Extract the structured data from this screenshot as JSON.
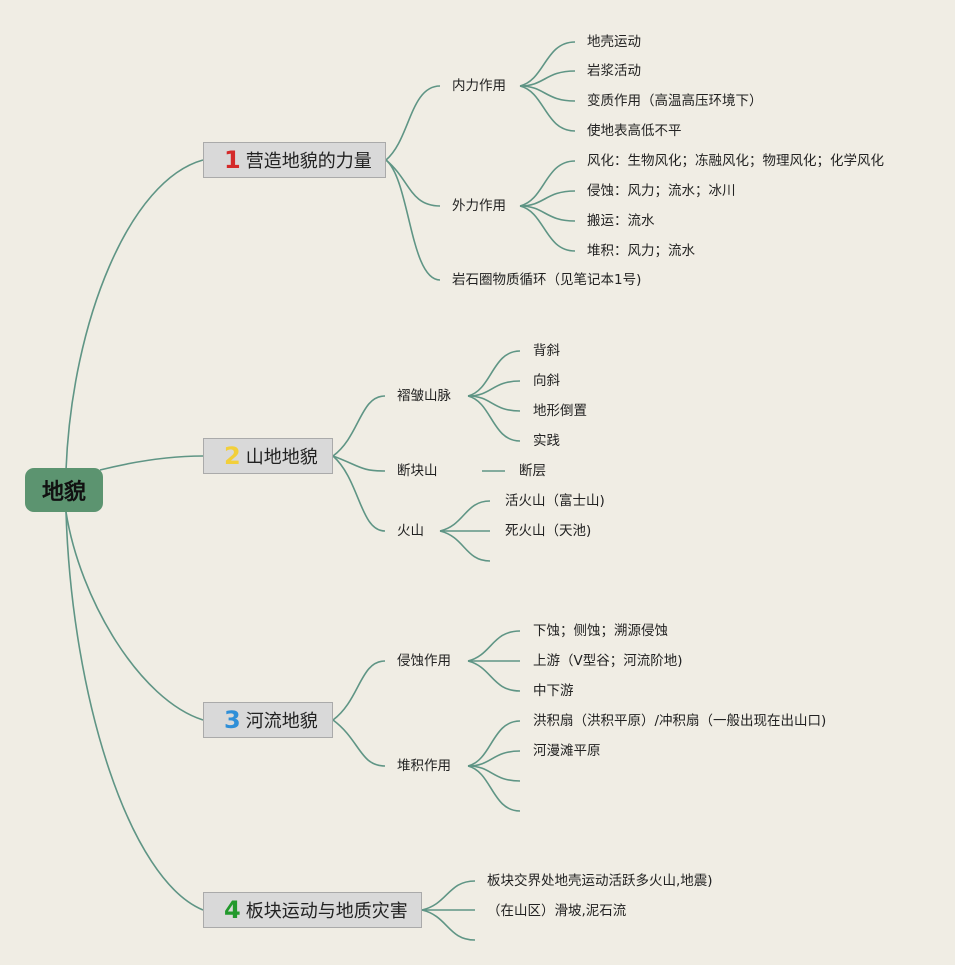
{
  "root": "地貌",
  "topics": [
    {
      "number": "1",
      "number_color": "#d42a2a",
      "label": "营造地貌的力量"
    },
    {
      "number": "2",
      "number_color": "#f2cf3a",
      "label": "山地地貌"
    },
    {
      "number": "3",
      "number_color": "#2f8fd8",
      "label": "河流地貌"
    },
    {
      "number": "4",
      "number_color": "#22992c",
      "label": "板块运动与地质灾害"
    }
  ],
  "t1": {
    "inner": {
      "label": "内力作用",
      "items": [
        "地壳运动",
        "岩浆活动",
        "变质作用（高温高压环境下）",
        "使地表高低不平"
      ]
    },
    "outer": {
      "label": "外力作用",
      "items": [
        "风化：生物风化；冻融风化；物理风化；化学风化",
        "侵蚀：风力；流水；冰川",
        "搬运：流水",
        "堆积：风力；流水"
      ]
    },
    "cycle": "岩石圈物质循环（见笔记本1号)"
  },
  "t2": {
    "fold": {
      "label": "褶皱山脉",
      "items": [
        "背斜",
        "向斜",
        "地形倒置",
        "实践"
      ]
    },
    "fault": {
      "label": "断块山",
      "items": [
        "断层"
      ]
    },
    "volcano": {
      "label": "火山",
      "items": [
        "活火山（富士山)",
        "死火山（天池)"
      ]
    }
  },
  "t3": {
    "erosion": {
      "label": "侵蚀作用",
      "items": [
        "下蚀；侧蚀；溯源侵蚀",
        "上游（V型谷；河流阶地)",
        "中下游"
      ]
    },
    "deposit": {
      "label": "堆积作用",
      "items": [
        "洪积扇（洪积平原）/冲积扇（一般出现在出山口)",
        "河漫滩平原"
      ]
    }
  },
  "t4": {
    "items": [
      "板块交界处地壳运动活跃多火山,地震)",
      "（在山区）滑坡,泥石流"
    ]
  }
}
